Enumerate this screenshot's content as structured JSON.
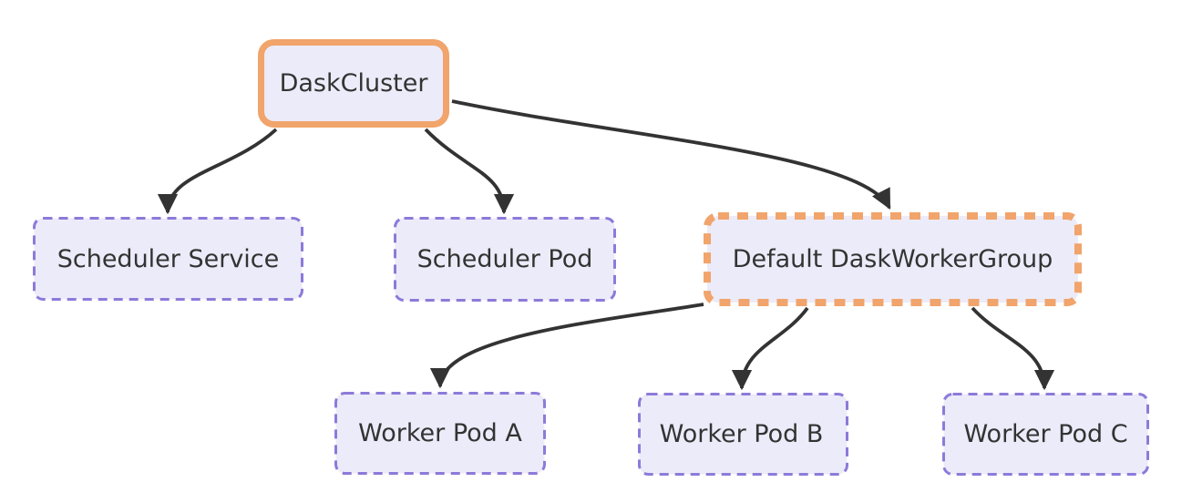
{
  "diagram": {
    "type": "flowchart",
    "direction": "top-down",
    "nodes": [
      {
        "id": "dask-cluster",
        "label": "DaskCluster",
        "border": "solid-orange"
      },
      {
        "id": "scheduler-service",
        "label": "Scheduler Service",
        "border": "dashed-purple"
      },
      {
        "id": "scheduler-pod",
        "label": "Scheduler Pod",
        "border": "dashed-purple"
      },
      {
        "id": "default-dask-worker-group",
        "label": "Default DaskWorkerGroup",
        "border": "dashed-orange"
      },
      {
        "id": "worker-pod-a",
        "label": "Worker Pod A",
        "border": "dashed-purple"
      },
      {
        "id": "worker-pod-b",
        "label": "Worker Pod B",
        "border": "dashed-purple"
      },
      {
        "id": "worker-pod-c",
        "label": "Worker Pod C",
        "border": "dashed-purple"
      }
    ],
    "edges": [
      {
        "from": "DaskCluster",
        "to": "Scheduler Service"
      },
      {
        "from": "DaskCluster",
        "to": "Scheduler Pod"
      },
      {
        "from": "DaskCluster",
        "to": "Default DaskWorkerGroup"
      },
      {
        "from": "Default DaskWorkerGroup",
        "to": "Worker Pod A"
      },
      {
        "from": "Default DaskWorkerGroup",
        "to": "Worker Pod B"
      },
      {
        "from": "Default DaskWorkerGroup",
        "to": "Worker Pod C"
      }
    ],
    "colors": {
      "node_fill": "#ECEBF9",
      "orange_border": "#F1A46B",
      "purple_border": "#8D7AD9",
      "edge": "#333333",
      "text": "#333333",
      "background": "#FFFFFF"
    }
  }
}
